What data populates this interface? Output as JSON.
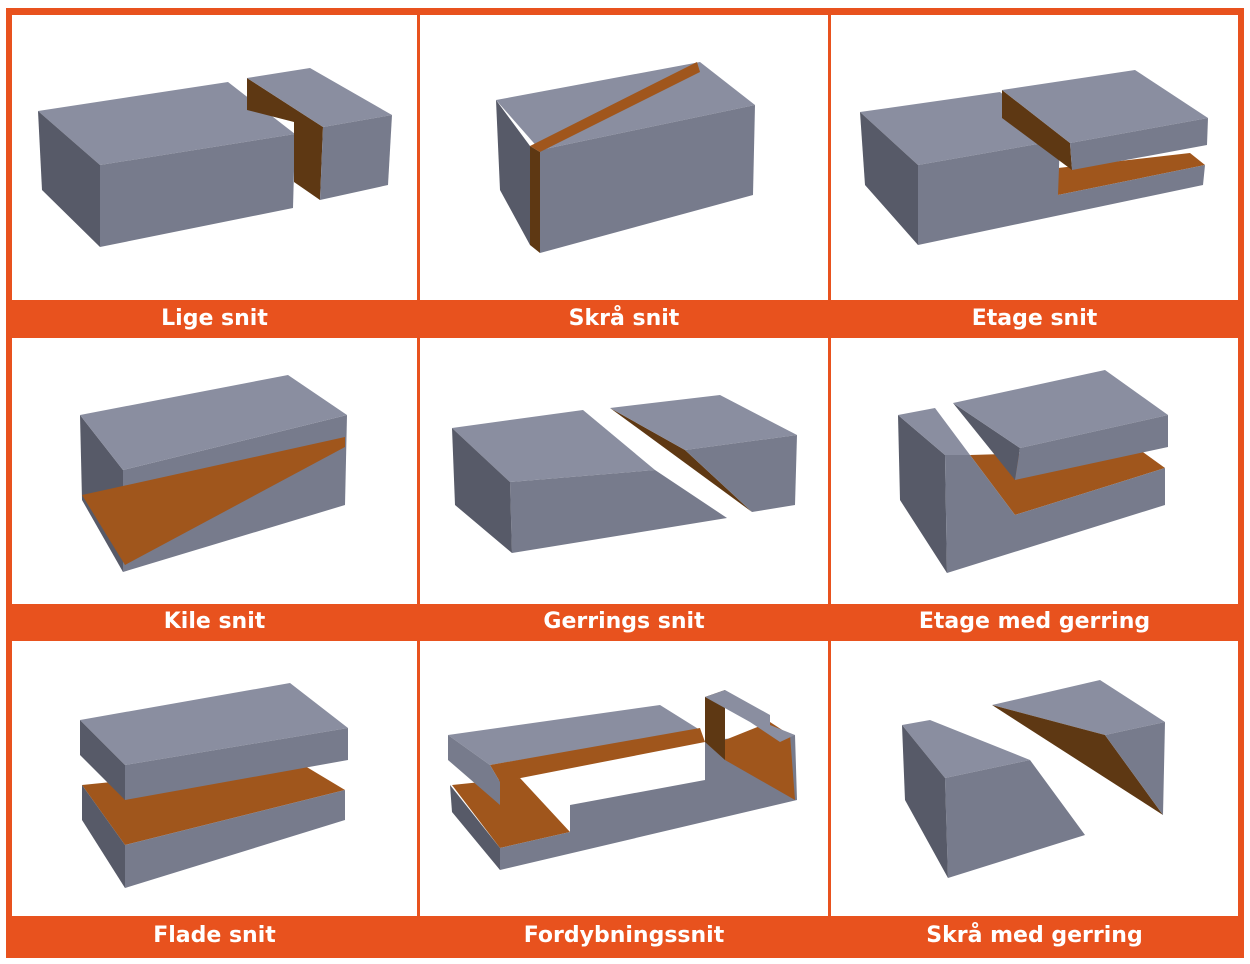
{
  "title": "Typer af snit",
  "colors": {
    "frame": "#e8521e",
    "block": "#8a8ea0",
    "cut": "#a0561c"
  },
  "cells": [
    {
      "label": "Lige snit"
    },
    {
      "label": "Skrå snit"
    },
    {
      "label": "Etage snit"
    },
    {
      "label": "Kile snit"
    },
    {
      "label": "Gerrings snit"
    },
    {
      "label": "Etage med gerring"
    },
    {
      "label": "Flade snit"
    },
    {
      "label": "Fordybningssnit"
    },
    {
      "label": "Skrå med gerring"
    }
  ]
}
